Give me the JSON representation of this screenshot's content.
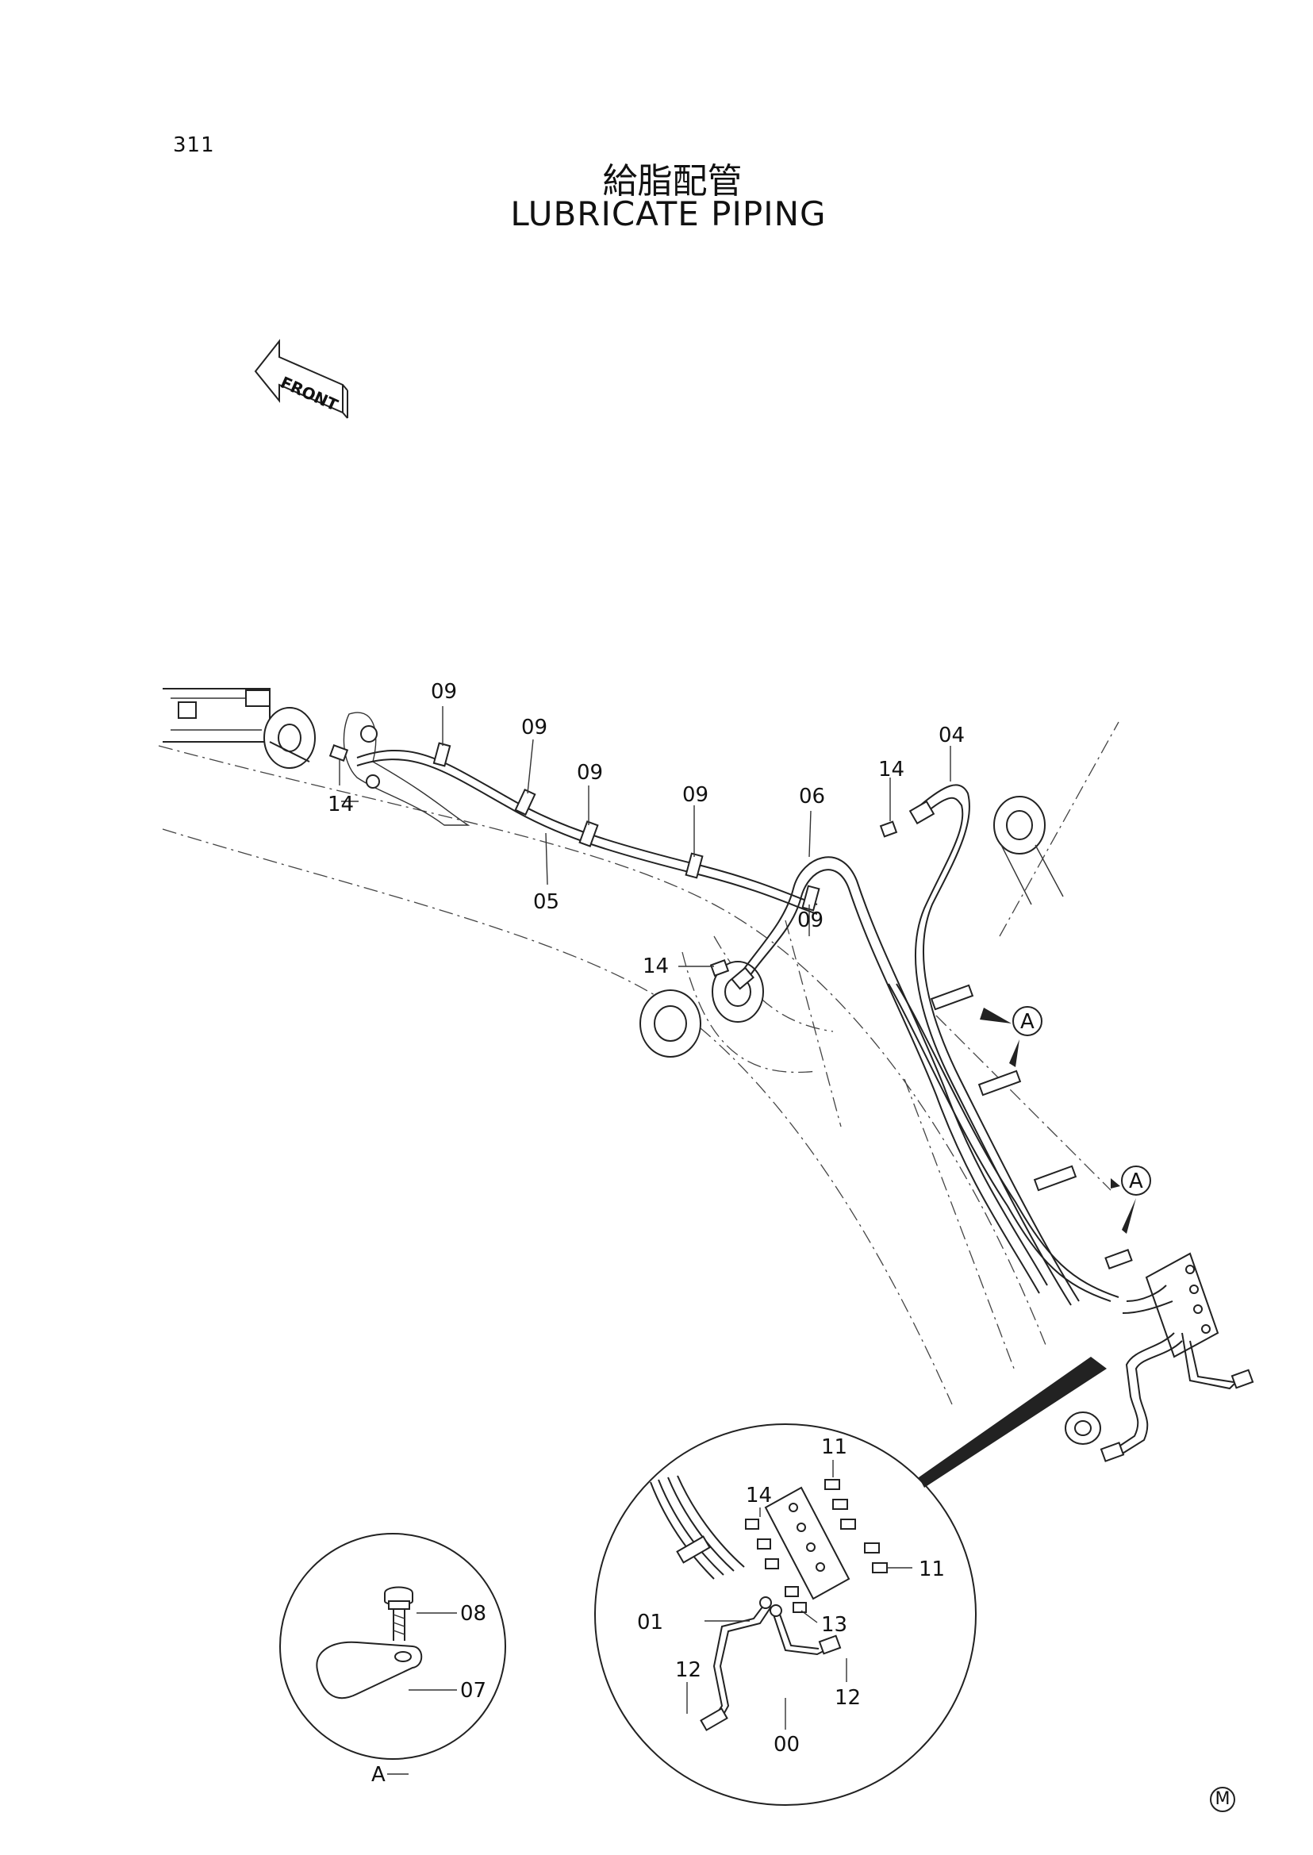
{
  "header": {
    "page_number": "311",
    "title_jp": "給脂配管",
    "title_en": "LUBRICATE PIPING"
  },
  "direction_arrow": {
    "label": "FRONT",
    "icon": "front-arrow-icon"
  },
  "callouts": {
    "c09a": "09",
    "c09b": "09",
    "c09c": "09",
    "c09d": "09",
    "c09e": "09",
    "c14a": "14",
    "c14b": "14",
    "c14c": "14",
    "c14d": "14",
    "c05": "05",
    "c06": "06",
    "c04": "04",
    "c11a": "11",
    "c11b": "11",
    "c13": "13",
    "c01": "01",
    "c12a": "12",
    "c12b": "12",
    "c00": "00",
    "c08": "08",
    "c07": "07"
  },
  "detail_markers": {
    "a1": "A",
    "a2": "A",
    "detail_a": "A"
  },
  "footer": {
    "mark": "M"
  }
}
